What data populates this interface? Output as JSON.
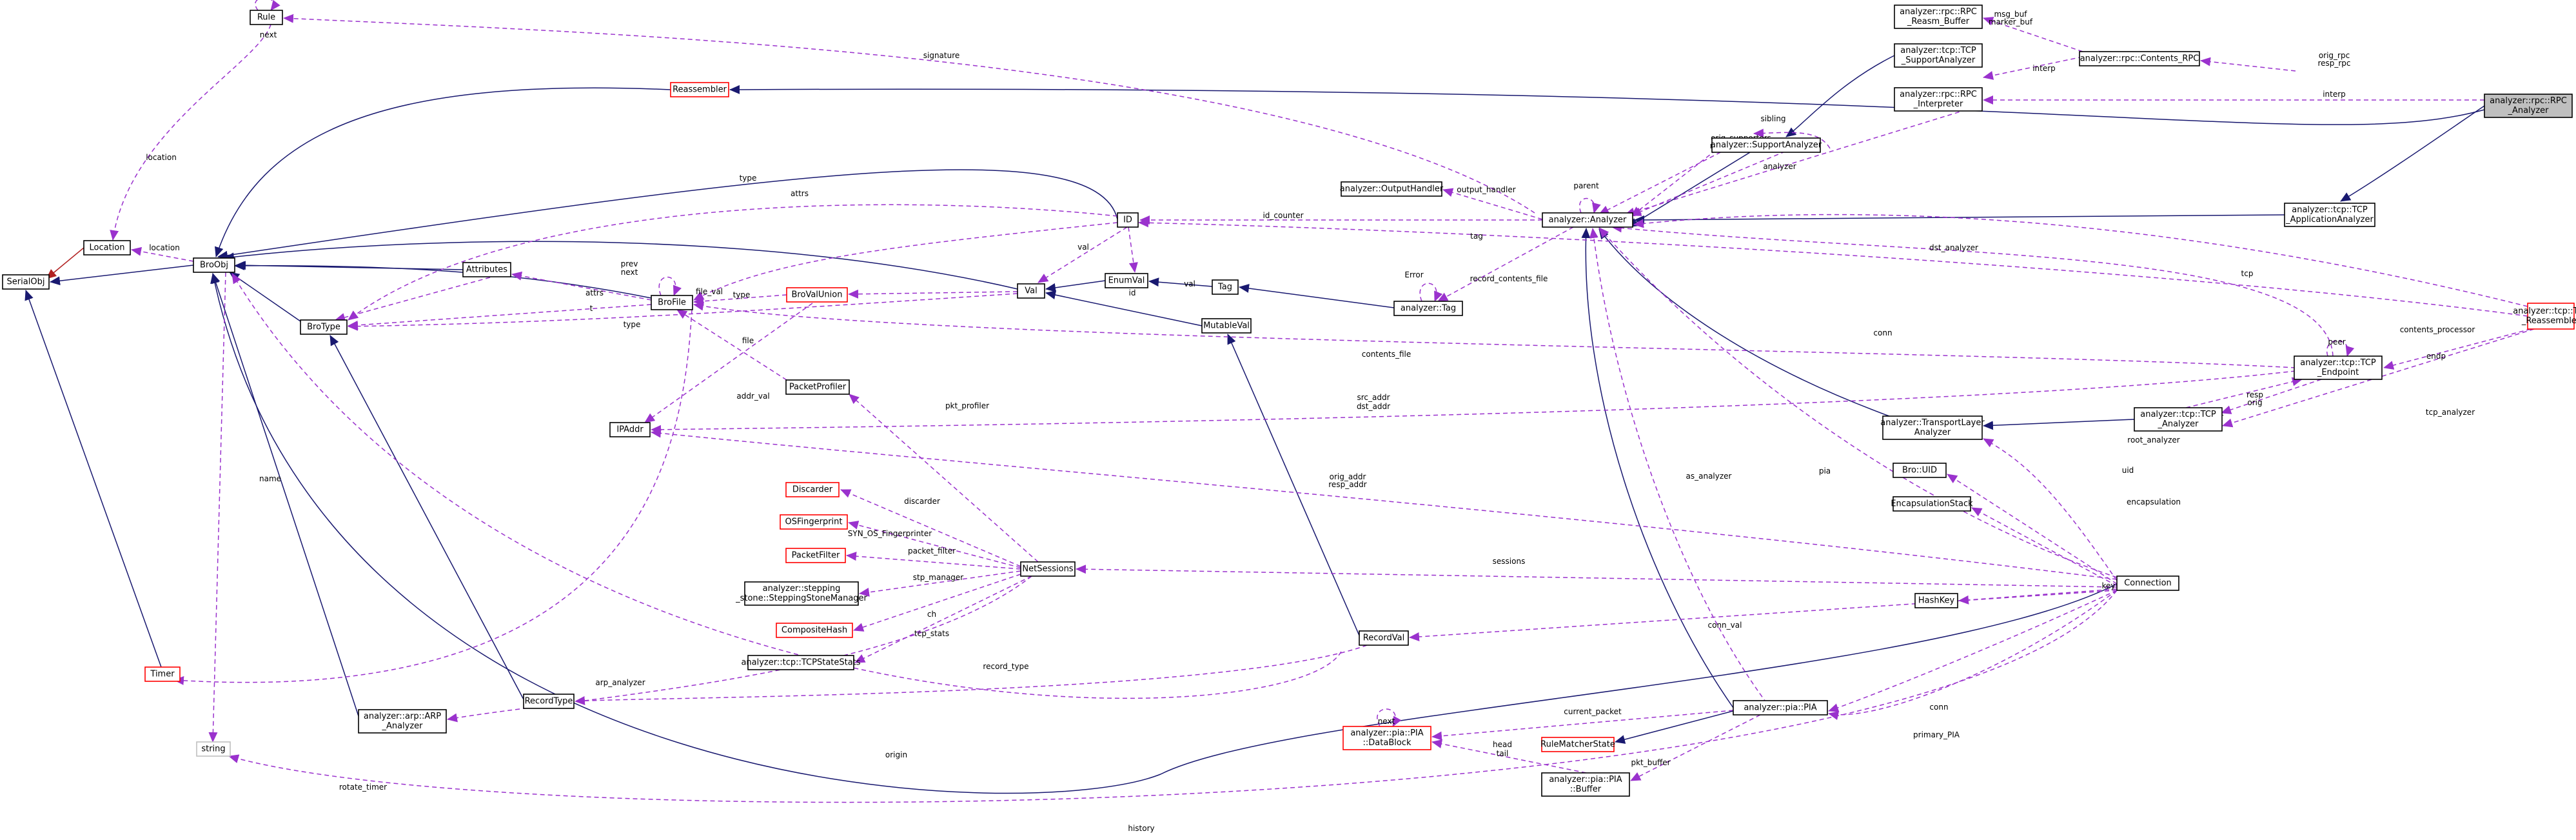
{
  "nodes": [
    {
      "id": "rpc_analyzer",
      "lines": [
        "analyzer::rpc::RPC",
        "_Analyzer"
      ],
      "style": "focus"
    },
    {
      "id": "rpc_reasm",
      "lines": [
        "analyzer::rpc::RPC",
        "_Reasm_Buffer"
      ],
      "style": "normal"
    },
    {
      "id": "tcp_support",
      "lines": [
        "analyzer::tcp::TCP",
        "_SupportAnalyzer"
      ],
      "style": "normal"
    },
    {
      "id": "contents_rpc",
      "lines": [
        "analyzer::rpc::Contents_RPC"
      ],
      "style": "normal"
    },
    {
      "id": "rpc_interp",
      "lines": [
        "analyzer::rpc::RPC",
        "_Interpreter"
      ],
      "style": "normal"
    },
    {
      "id": "rule",
      "lines": [
        "Rule"
      ],
      "style": "normal"
    },
    {
      "id": "reassembler",
      "lines": [
        "Reassembler"
      ],
      "style": "red"
    },
    {
      "id": "support_an",
      "lines": [
        "analyzer::SupportAnalyzer"
      ],
      "style": "normal"
    },
    {
      "id": "output_handler",
      "lines": [
        "analyzer::OutputHandler"
      ],
      "style": "normal"
    },
    {
      "id": "analyzer",
      "lines": [
        "analyzer::Analyzer"
      ],
      "style": "normal"
    },
    {
      "id": "tcp_app",
      "lines": [
        "analyzer::tcp::TCP",
        "_ApplicationAnalyzer"
      ],
      "style": "normal"
    },
    {
      "id": "location",
      "lines": [
        "Location"
      ],
      "style": "normal"
    },
    {
      "id": "serialobj",
      "lines": [
        "SerialObj"
      ],
      "style": "normal"
    },
    {
      "id": "broobj",
      "lines": [
        "BroObj"
      ],
      "style": "normal"
    },
    {
      "id": "id",
      "lines": [
        "ID"
      ],
      "style": "normal"
    },
    {
      "id": "attributes",
      "lines": [
        "Attributes"
      ],
      "style": "normal"
    },
    {
      "id": "brofile",
      "lines": [
        "BroFile"
      ],
      "style": "normal"
    },
    {
      "id": "brovalunion",
      "lines": [
        "BroValUnion"
      ],
      "style": "red"
    },
    {
      "id": "val",
      "lines": [
        "Val"
      ],
      "style": "normal"
    },
    {
      "id": "enumval",
      "lines": [
        "EnumVal"
      ],
      "style": "normal"
    },
    {
      "id": "tag",
      "lines": [
        "Tag"
      ],
      "style": "normal"
    },
    {
      "id": "an_tag",
      "lines": [
        "analyzer::Tag"
      ],
      "style": "normal"
    },
    {
      "id": "brotype",
      "lines": [
        "BroType"
      ],
      "style": "normal"
    },
    {
      "id": "mutableval",
      "lines": [
        "MutableVal"
      ],
      "style": "normal"
    },
    {
      "id": "tcp_reasm",
      "lines": [
        "analyzer::tcp::TCP",
        "_Reassembler"
      ],
      "style": "red"
    },
    {
      "id": "tcp_endpoint",
      "lines": [
        "analyzer::tcp::TCP",
        "_Endpoint"
      ],
      "style": "normal"
    },
    {
      "id": "packetprofiler",
      "lines": [
        "PacketProfiler"
      ],
      "style": "normal"
    },
    {
      "id": "ipaddr",
      "lines": [
        "IPAddr"
      ],
      "style": "normal"
    },
    {
      "id": "tcp_analyzer",
      "lines": [
        "analyzer::tcp::TCP",
        "_Analyzer"
      ],
      "style": "normal"
    },
    {
      "id": "transport",
      "lines": [
        "analyzer::TransportLayer",
        "Analyzer"
      ],
      "style": "normal"
    },
    {
      "id": "discarder",
      "lines": [
        "Discarder"
      ],
      "style": "red"
    },
    {
      "id": "bro_uid",
      "lines": [
        "Bro::UID"
      ],
      "style": "normal"
    },
    {
      "id": "osfp",
      "lines": [
        "OSFingerprint"
      ],
      "style": "red"
    },
    {
      "id": "encap",
      "lines": [
        "EncapsulationStack"
      ],
      "style": "normal"
    },
    {
      "id": "packetfilter",
      "lines": [
        "PacketFilter"
      ],
      "style": "red"
    },
    {
      "id": "netsessions",
      "lines": [
        "NetSessions"
      ],
      "style": "normal"
    },
    {
      "id": "connection",
      "lines": [
        "Connection"
      ],
      "style": "normal"
    },
    {
      "id": "stepping",
      "lines": [
        "analyzer::stepping",
        "_stone::SteppingStoneManager"
      ],
      "style": "normal"
    },
    {
      "id": "hashkey",
      "lines": [
        "HashKey"
      ],
      "style": "normal"
    },
    {
      "id": "compositehash",
      "lines": [
        "CompositeHash"
      ],
      "style": "red"
    },
    {
      "id": "recordval",
      "lines": [
        "RecordVal"
      ],
      "style": "normal"
    },
    {
      "id": "tcpstatestats",
      "lines": [
        "analyzer::tcp::TCPStateStats"
      ],
      "style": "normal"
    },
    {
      "id": "timer",
      "lines": [
        "Timer"
      ],
      "style": "red"
    },
    {
      "id": "arp",
      "lines": [
        "analyzer::arp::ARP",
        "_Analyzer"
      ],
      "style": "normal"
    },
    {
      "id": "recordtype",
      "lines": [
        "RecordType"
      ],
      "style": "normal"
    },
    {
      "id": "pia",
      "lines": [
        "analyzer::pia::PIA"
      ],
      "style": "normal"
    },
    {
      "id": "pia_datablock",
      "lines": [
        "analyzer::pia::PIA",
        "::DataBlock"
      ],
      "style": "red"
    },
    {
      "id": "rulematcher",
      "lines": [
        "RuleMatcherState"
      ],
      "style": "red"
    },
    {
      "id": "string",
      "lines": [
        "string"
      ],
      "style": "grey"
    },
    {
      "id": "pia_buffer",
      "lines": [
        "analyzer::pia::PIA",
        "::Buffer"
      ],
      "style": "normal"
    }
  ],
  "edge_labels": [
    "next",
    "msg_buf",
    "marker_buf",
    "orig_rpc",
    "resp_rpc",
    "interp",
    "interp",
    "signature",
    "sibling",
    "orig_supporters",
    "resp_supporters",
    "analyzer",
    "parent",
    "output_handler",
    "location",
    "location",
    "type",
    "attrs",
    "id_counter",
    "dst_analyzer",
    "val",
    "tag",
    "record_contents_file",
    "prev",
    "next",
    "attrs",
    "Error",
    "val",
    "val",
    "id",
    "type",
    "t",
    "file_val",
    "type",
    "tcp",
    "contents_processor",
    "peer",
    "endp",
    "contents_file",
    "file",
    "src_addr",
    "dst_addr",
    "resp",
    "orig",
    "tcp_analyzer",
    "tcp_analyzer",
    "conn",
    "addr_val",
    "pkt_profiler",
    "root_analyzer",
    "name",
    "uid",
    "orig_addr",
    "resp_addr",
    "pia",
    "as_analyzer",
    "discarder",
    "encapsulation",
    "SYN_OS_Fingerprinter",
    "packet_filter",
    "sessions",
    "stp_manager",
    "key",
    "ch",
    "conn_val",
    "tcp_stats",
    "arp_analyzer",
    "record_type",
    "next",
    "current_packet",
    "conn",
    "head",
    "tail",
    "pkt_buffer",
    "primary_PIA",
    "origin",
    "rotate_timer",
    "history"
  ]
}
